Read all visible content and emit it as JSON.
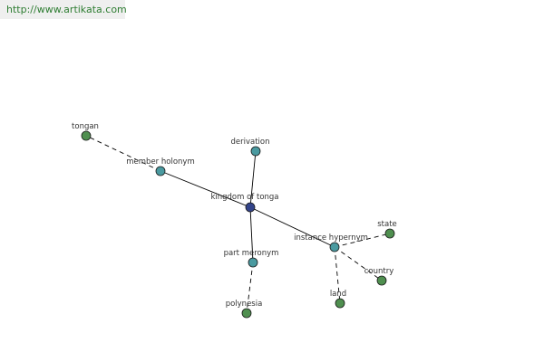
{
  "watermark": {
    "url": "http://www.artikata.com"
  },
  "colors": {
    "center": "#33448a",
    "relation": "#4a9aa0",
    "leaf": "#4f8f4f",
    "edge": "#000000",
    "watermark_text": "#2e7d32"
  },
  "nodes": [
    {
      "id": "center",
      "label": "kingdom of tonga",
      "kind": "center"
    },
    {
      "id": "derivation",
      "label": "derivation",
      "kind": "relation"
    },
    {
      "id": "member_holonym",
      "label": "member holonym",
      "kind": "relation"
    },
    {
      "id": "instance_hypernym",
      "label": "instance hypernym",
      "kind": "relation"
    },
    {
      "id": "part_meronym",
      "label": "part meronym",
      "kind": "relation"
    },
    {
      "id": "tongan",
      "label": "tongan",
      "kind": "leaf"
    },
    {
      "id": "state",
      "label": "state",
      "kind": "leaf"
    },
    {
      "id": "country",
      "label": "country",
      "kind": "leaf"
    },
    {
      "id": "land",
      "label": "land",
      "kind": "leaf"
    },
    {
      "id": "polynesia",
      "label": "polynesia",
      "kind": "leaf"
    }
  ],
  "edges": [
    {
      "from": "center",
      "to": "derivation",
      "style": "solid"
    },
    {
      "from": "center",
      "to": "member_holonym",
      "style": "solid"
    },
    {
      "from": "center",
      "to": "instance_hypernym",
      "style": "solid"
    },
    {
      "from": "center",
      "to": "part_meronym",
      "style": "solid"
    },
    {
      "from": "member_holonym",
      "to": "tongan",
      "style": "dashed"
    },
    {
      "from": "instance_hypernym",
      "to": "state",
      "style": "dashed"
    },
    {
      "from": "instance_hypernym",
      "to": "country",
      "style": "dashed"
    },
    {
      "from": "instance_hypernym",
      "to": "land",
      "style": "dashed"
    },
    {
      "from": "part_meronym",
      "to": "polynesia",
      "style": "dashed"
    }
  ]
}
